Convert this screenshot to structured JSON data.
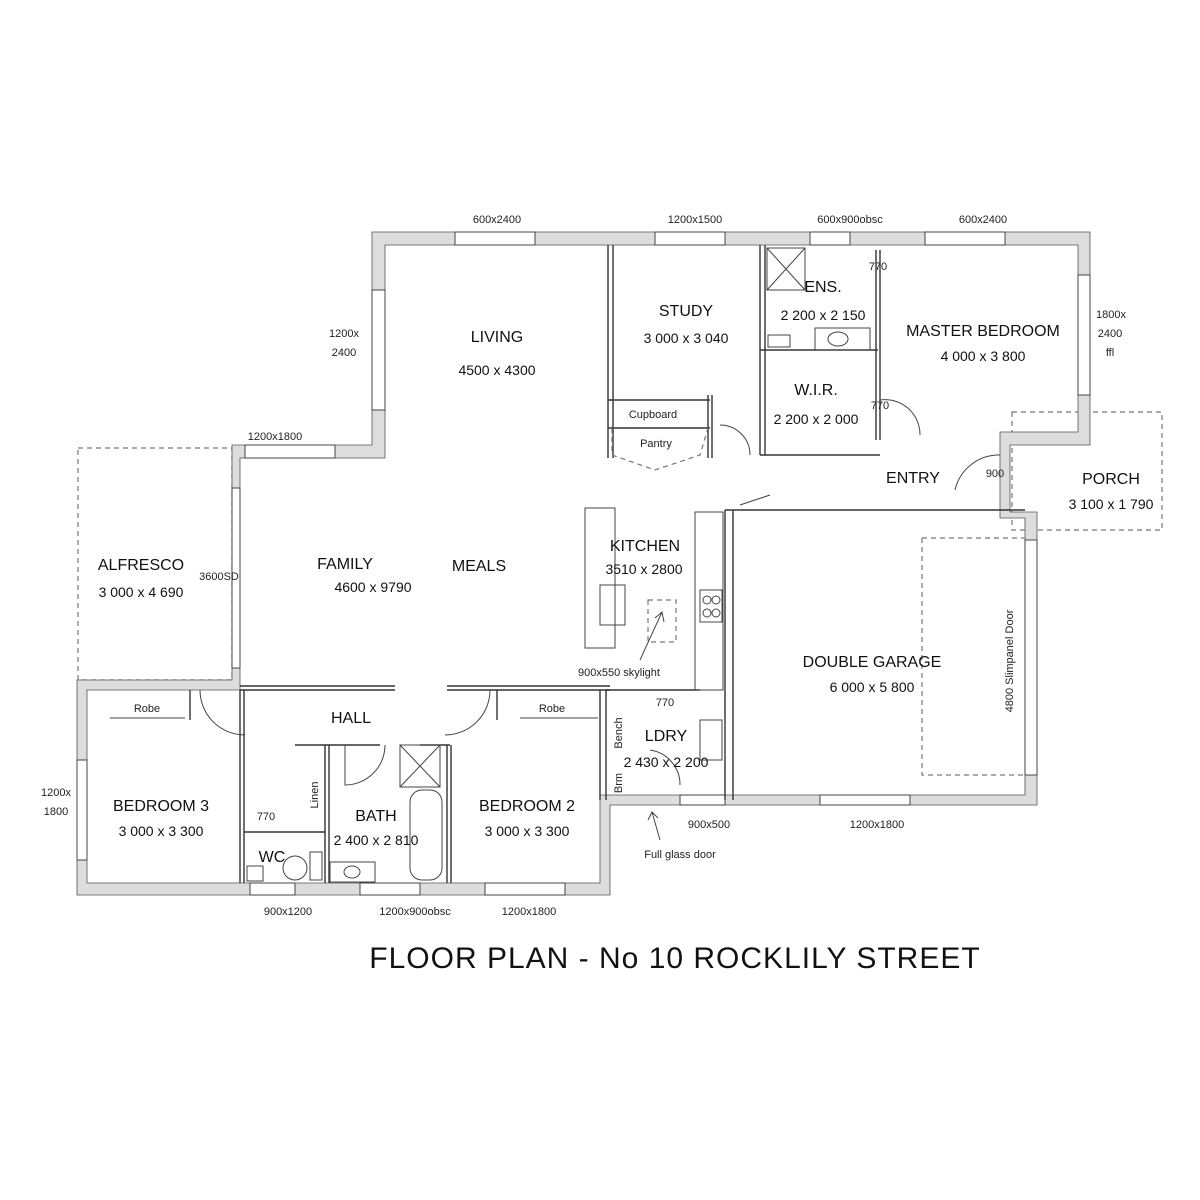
{
  "title": "FLOOR  PLAN - No 10 ROCKLILY STREET",
  "rooms": {
    "living": {
      "name": "LIVING",
      "size": "4500 x 4300"
    },
    "study": {
      "name": "STUDY",
      "size": "3 000 x 3 040"
    },
    "ensuite": {
      "name": "ENS.",
      "size": "2 200 x 2 150"
    },
    "wir": {
      "name": "W.I.R.",
      "size": "2 200 x 2 000"
    },
    "master": {
      "name": "MASTER BEDROOM",
      "size": "4 000 x 3 800"
    },
    "entry": {
      "name": "ENTRY"
    },
    "porch": {
      "name": "PORCH",
      "size": "3 100 x 1 790"
    },
    "alfresco": {
      "name": "ALFRESCO",
      "size": "3 000 x 4 690"
    },
    "family": {
      "name": "FAMILY",
      "size": "4600 x 9790"
    },
    "meals": {
      "name": "MEALS"
    },
    "kitchen": {
      "name": "KITCHEN",
      "size": "3510 x 2800"
    },
    "garage": {
      "name": "DOUBLE  GARAGE",
      "size": "6 000 x 5 800"
    },
    "hall": {
      "name": "HALL"
    },
    "bed3": {
      "name": "BEDROOM 3",
      "size": "3 000 x 3 300"
    },
    "bed2": {
      "name": "BEDROOM 2",
      "size": "3 000 x 3 300"
    },
    "bath": {
      "name": "BATH",
      "size": "2 400 x 2 810"
    },
    "wc": {
      "name": "WC"
    },
    "ldry": {
      "name": "LDRY",
      "size": "2 430 x 2 200"
    }
  },
  "fixtures": {
    "cupboard": "Cupboard",
    "pantry": "Pantry",
    "robe3": "Robe",
    "robe2": "Robe",
    "linen": "Linen",
    "bench": "Bench",
    "brm": "Brm",
    "garage_door": "4800 Slimpanel Door",
    "skylight": "900x550 skylight",
    "glass_door": "Full glass door"
  },
  "dimensions": {
    "w_living_top": "600x2400",
    "w_study_top": "1200x1500",
    "w_ens_top": "600x900obsc",
    "w_master_top": "600x2400",
    "w_master_side": [
      "1800x",
      "2400",
      "ffl"
    ],
    "w_living_side": [
      "1200x",
      "2400"
    ],
    "w_family_top": "1200x1800",
    "w_family_side": "3600SD",
    "w_bed3_side": [
      "1200x",
      "1800"
    ],
    "w_wc": "900x1200",
    "w_bath": "1200x900obsc",
    "w_bed2": "1200x1800",
    "w_ldry": "900x500",
    "w_garage": "1200x1800",
    "d_ens": "770",
    "d_wir": "770",
    "d_entry": "900",
    "d_ldry": "770",
    "d_wc": "770"
  }
}
